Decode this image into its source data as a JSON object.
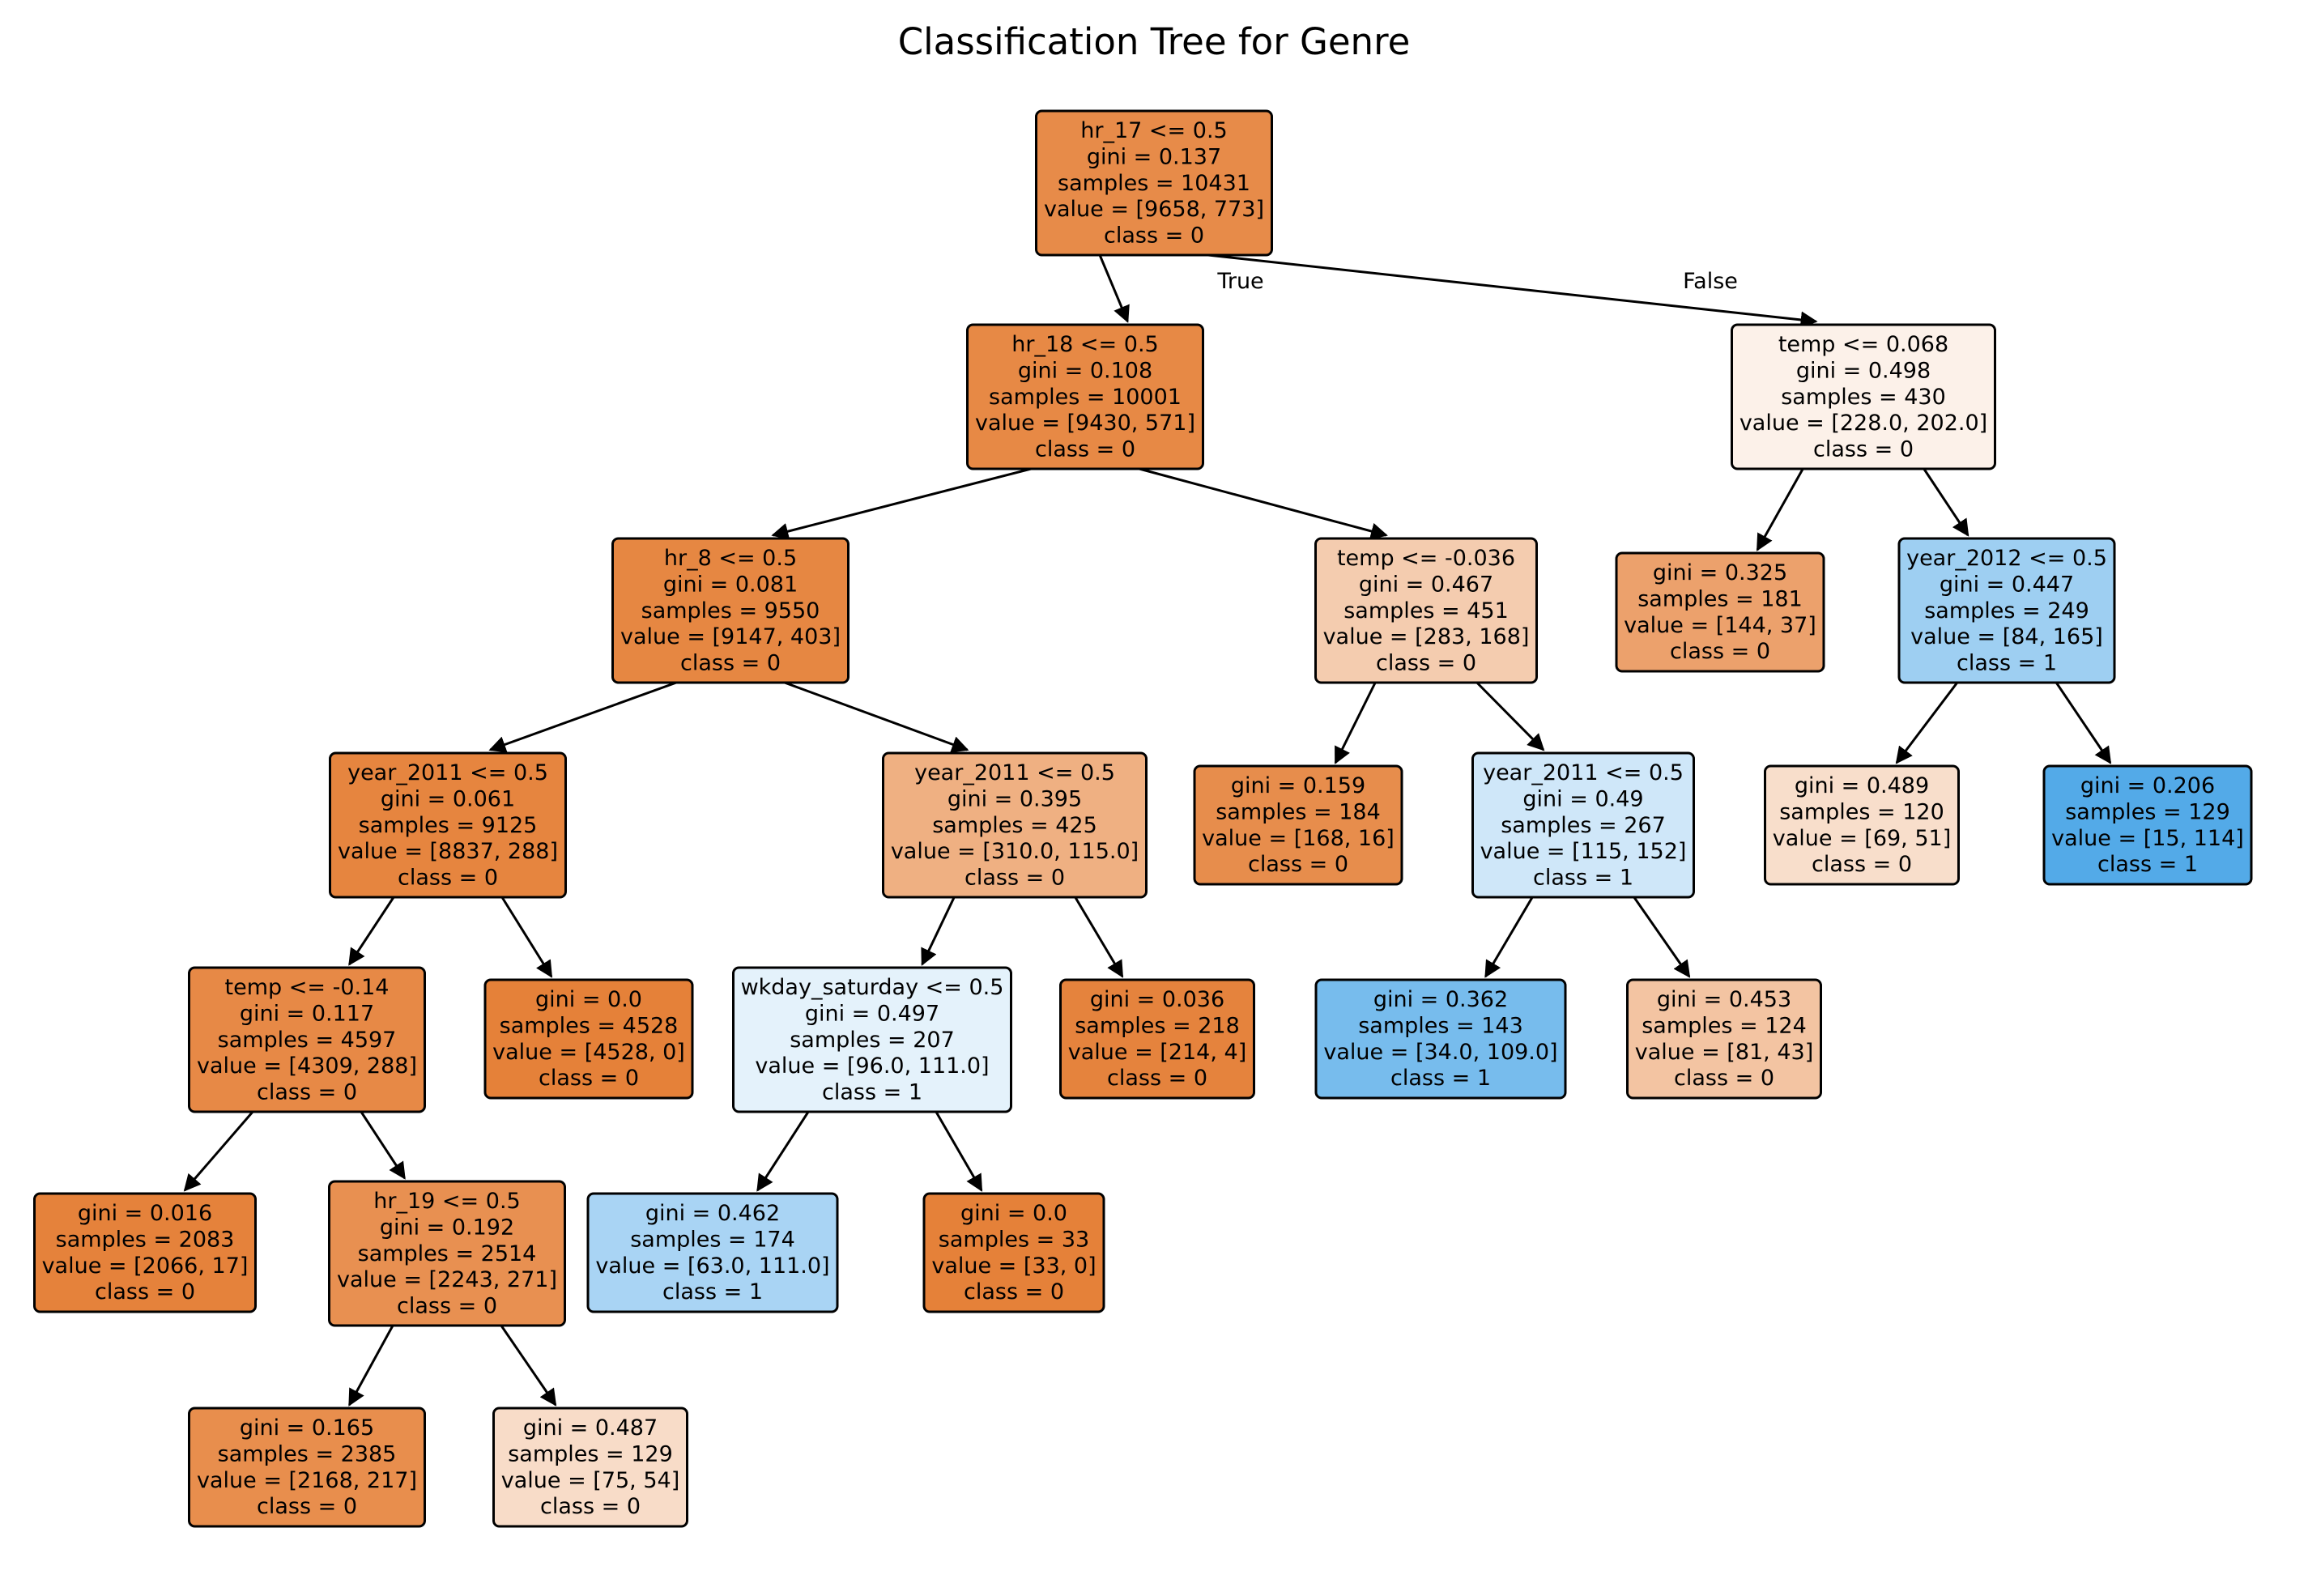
{
  "title": "Classification Tree for Genre",
  "colors": {
    "class_0": "#e58139",
    "class_1": "#399de5",
    "edge": "#000000",
    "node_border": "#000000"
  },
  "edge_labels": {
    "left": "True",
    "right": "False"
  },
  "nodes": [
    {
      "id": "n0",
      "lines": [
        "hr_17 <= 0.5",
        "gini = 0.137",
        "samples = 10431",
        "value = [9658, 773]",
        "class = 0"
      ],
      "class": 0,
      "value": [
        9658,
        773
      ],
      "fill": "#e78b49"
    },
    {
      "id": "n1",
      "lines": [
        "hr_18 <= 0.5",
        "gini = 0.108",
        "samples = 10001",
        "value = [9430, 571]",
        "class = 0"
      ],
      "class": 0,
      "value": [
        9430,
        571
      ],
      "fill": "#e78945"
    },
    {
      "id": "n2",
      "lines": [
        "hr_8 <= 0.5",
        "gini = 0.081",
        "samples = 9550",
        "value = [9147, 403]",
        "class = 0"
      ],
      "class": 0,
      "value": [
        9147,
        403
      ],
      "fill": "#e68742"
    },
    {
      "id": "n3",
      "lines": [
        "year_2011 <= 0.5",
        "gini = 0.061",
        "samples = 9125",
        "value = [8837, 288]",
        "class = 0"
      ],
      "class": 0,
      "value": [
        8837,
        288
      ],
      "fill": "#e6853f"
    },
    {
      "id": "n4",
      "lines": [
        "temp <= -0.14",
        "gini = 0.117",
        "samples = 4597",
        "value = [4309, 288]",
        "class = 0"
      ],
      "class": 0,
      "value": [
        4309,
        288
      ],
      "fill": "#e78946"
    },
    {
      "id": "n5",
      "lines": [
        "gini = 0.016",
        "samples = 2083",
        "value = [2066, 17]",
        "class = 0"
      ],
      "class": 0,
      "value": [
        2066,
        17
      ],
      "fill": "#e5823b"
    },
    {
      "id": "n6",
      "lines": [
        "hr_19 <= 0.5",
        "gini = 0.192",
        "samples = 2514",
        "value = [2243, 271]",
        "class = 0"
      ],
      "class": 0,
      "value": [
        2243,
        271
      ],
      "fill": "#e89051"
    },
    {
      "id": "n7",
      "lines": [
        "gini = 0.165",
        "samples = 2385",
        "value = [2168, 217]",
        "class = 0"
      ],
      "class": 0,
      "value": [
        2168,
        217
      ],
      "fill": "#e88e4d"
    },
    {
      "id": "n8",
      "lines": [
        "gini = 0.487",
        "samples = 129",
        "value = [75, 54]",
        "class = 0"
      ],
      "class": 0,
      "value": [
        75,
        54
      ],
      "fill": "#f8dcc8"
    },
    {
      "id": "n9",
      "lines": [
        "gini = 0.0",
        "samples = 4528",
        "value = [4528, 0]",
        "class = 0"
      ],
      "class": 0,
      "value": [
        4528,
        0
      ],
      "fill": "#e58139"
    },
    {
      "id": "n10",
      "lines": [
        "year_2011 <= 0.5",
        "gini = 0.395",
        "samples = 425",
        "value = [310.0, 115.0]",
        "class = 0"
      ],
      "class": 0,
      "value": [
        310.0,
        115.0
      ],
      "fill": "#efb082"
    },
    {
      "id": "n11",
      "lines": [
        "wkday_saturday <= 0.5",
        "gini = 0.497",
        "samples = 207",
        "value = [96.0, 111.0]",
        "class = 1"
      ],
      "class": 1,
      "value": [
        96.0,
        111.0
      ],
      "fill": "#e4f2fb"
    },
    {
      "id": "n12",
      "lines": [
        "gini = 0.462",
        "samples = 174",
        "value = [63.0, 111.0]",
        "class = 1"
      ],
      "class": 1,
      "value": [
        63.0,
        111.0
      ],
      "fill": "#a9d4f4"
    },
    {
      "id": "n13",
      "lines": [
        "gini = 0.0",
        "samples = 33",
        "value = [33, 0]",
        "class = 0"
      ],
      "class": 0,
      "value": [
        33,
        0
      ],
      "fill": "#e58139"
    },
    {
      "id": "n14",
      "lines": [
        "gini = 0.036",
        "samples = 218",
        "value = [214, 4]",
        "class = 0"
      ],
      "class": 0,
      "value": [
        214,
        4
      ],
      "fill": "#e5833d"
    },
    {
      "id": "n15",
      "lines": [
        "temp <= -0.036",
        "gini = 0.467",
        "samples = 451",
        "value = [283, 168]",
        "class = 0"
      ],
      "class": 0,
      "value": [
        283,
        168
      ],
      "fill": "#f4ccaf"
    },
    {
      "id": "n16",
      "lines": [
        "gini = 0.159",
        "samples = 184",
        "value = [168, 16]",
        "class = 0"
      ],
      "class": 0,
      "value": [
        168,
        16
      ],
      "fill": "#e78d4c"
    },
    {
      "id": "n17",
      "lines": [
        "year_2011 <= 0.5",
        "gini = 0.49",
        "samples = 267",
        "value = [115, 152]",
        "class = 1"
      ],
      "class": 1,
      "value": [
        115,
        152
      ],
      "fill": "#cfe7f9"
    },
    {
      "id": "n18",
      "lines": [
        "gini = 0.362",
        "samples = 143",
        "value = [34.0, 109.0]",
        "class = 1"
      ],
      "class": 1,
      "value": [
        34.0,
        109.0
      ],
      "fill": "#77bced"
    },
    {
      "id": "n19",
      "lines": [
        "gini = 0.453",
        "samples = 124",
        "value = [81, 43]",
        "class = 0"
      ],
      "class": 0,
      "value": [
        81,
        43
      ],
      "fill": "#f3c4a2"
    },
    {
      "id": "n20",
      "lines": [
        "temp <= 0.068",
        "gini = 0.498",
        "samples = 430",
        "value = [228.0, 202.0]",
        "class = 0"
      ],
      "class": 0,
      "value": [
        228.0,
        202.0
      ],
      "fill": "#fcf1e9"
    },
    {
      "id": "n21",
      "lines": [
        "gini = 0.325",
        "samples = 181",
        "value = [144, 37]",
        "class = 0"
      ],
      "class": 0,
      "value": [
        144,
        37
      ],
      "fill": "#eca16c"
    },
    {
      "id": "n22",
      "lines": [
        "year_2012 <= 0.5",
        "gini = 0.447",
        "samples = 249",
        "value = [84, 165]",
        "class = 1"
      ],
      "class": 1,
      "value": [
        84,
        165
      ],
      "fill": "#9ecff2"
    },
    {
      "id": "n23",
      "lines": [
        "gini = 0.489",
        "samples = 120",
        "value = [69, 51]",
        "class = 0"
      ],
      "class": 0,
      "value": [
        69,
        51
      ],
      "fill": "#f8decb"
    },
    {
      "id": "n24",
      "lines": [
        "gini = 0.206",
        "samples = 129",
        "value = [15, 114]",
        "class = 1"
      ],
      "class": 1,
      "value": [
        15,
        114
      ],
      "fill": "#53aae8"
    }
  ],
  "edges": [
    {
      "from": "n0",
      "to": "n1"
    },
    {
      "from": "n0",
      "to": "n20"
    },
    {
      "from": "n1",
      "to": "n2"
    },
    {
      "from": "n1",
      "to": "n15"
    },
    {
      "from": "n2",
      "to": "n3"
    },
    {
      "from": "n2",
      "to": "n10"
    },
    {
      "from": "n3",
      "to": "n4"
    },
    {
      "from": "n3",
      "to": "n9"
    },
    {
      "from": "n4",
      "to": "n5"
    },
    {
      "from": "n4",
      "to": "n6"
    },
    {
      "from": "n6",
      "to": "n7"
    },
    {
      "from": "n6",
      "to": "n8"
    },
    {
      "from": "n10",
      "to": "n11"
    },
    {
      "from": "n10",
      "to": "n14"
    },
    {
      "from": "n11",
      "to": "n12"
    },
    {
      "from": "n11",
      "to": "n13"
    },
    {
      "from": "n15",
      "to": "n16"
    },
    {
      "from": "n15",
      "to": "n17"
    },
    {
      "from": "n17",
      "to": "n18"
    },
    {
      "from": "n17",
      "to": "n19"
    },
    {
      "from": "n20",
      "to": "n21"
    },
    {
      "from": "n20",
      "to": "n22"
    },
    {
      "from": "n22",
      "to": "n23"
    },
    {
      "from": "n22",
      "to": "n24"
    }
  ]
}
